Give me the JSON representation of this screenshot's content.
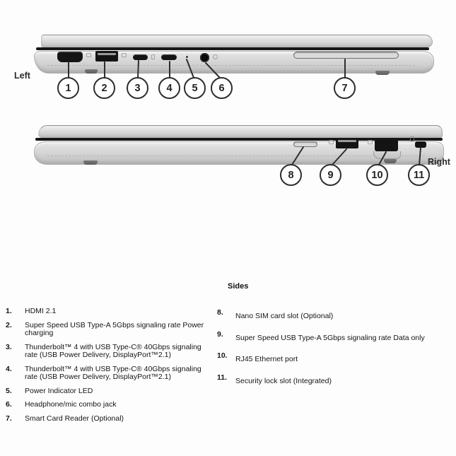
{
  "views": {
    "left": {
      "label": "Left"
    },
    "right": {
      "label": "Right"
    }
  },
  "callouts": [
    "1",
    "2",
    "3",
    "4",
    "5",
    "6",
    "7",
    "8",
    "9",
    "10",
    "11"
  ],
  "legend": {
    "heading": "Sides",
    "left_items": [
      {
        "num": "1.",
        "text": "HDMI 2.1"
      },
      {
        "num": "2.",
        "text": "Super Speed USB Type-A 5Gbps signaling rate Power charging"
      },
      {
        "num": "3.",
        "text": "Thunderbolt™ 4 with USB Type-C® 40Gbps signaling rate (USB Power Delivery, DisplayPort™2.1)"
      },
      {
        "num": "4.",
        "text": "Thunderbolt™ 4 with USB Type-C® 40Gbps signaling rate (USB Power Delivery, DisplayPort™2.1)"
      },
      {
        "num": "5.",
        "text": "Power Indicator LED"
      },
      {
        "num": "6.",
        "text": "Headphone/mic combo jack"
      },
      {
        "num": "7.",
        "text": "Smart Card Reader (Optional)"
      }
    ],
    "right_items": [
      {
        "num": "8.",
        "text": "Nano SIM card slot (Optional)"
      },
      {
        "num": "9.",
        "text": "Super Speed USB Type-A 5Gbps signaling rate Data only"
      },
      {
        "num": "10.",
        "text": "RJ45 Ethernet port"
      },
      {
        "num": "11.",
        "text": "Security lock slot (Integrated)"
      }
    ]
  },
  "colors": {
    "body_silver": "#d6d6d6",
    "port_black": "#141414",
    "callout_stroke": "#2e2e2e",
    "text": "#1c1c1c"
  }
}
